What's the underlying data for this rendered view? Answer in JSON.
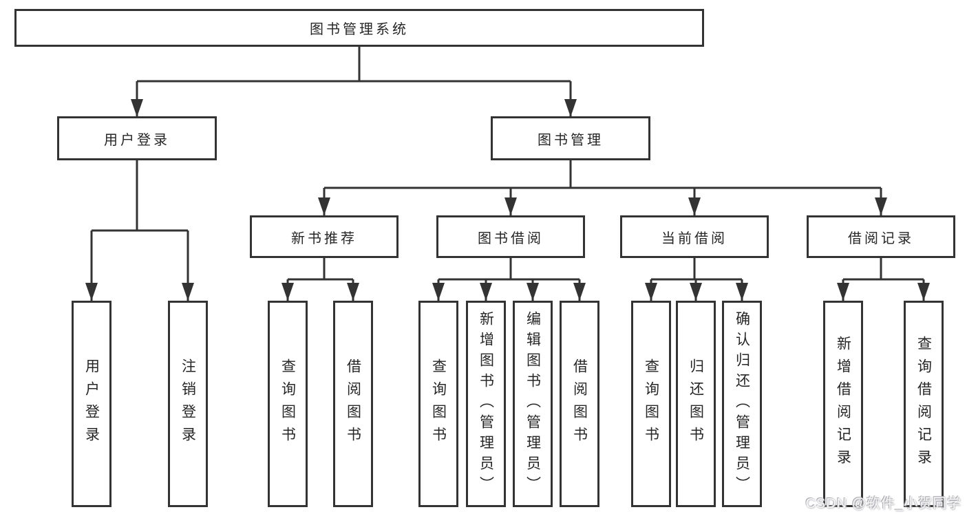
{
  "diagram": {
    "root": {
      "label": "图书管理系统"
    },
    "level2": [
      {
        "id": "user-login",
        "label": "用户登录"
      },
      {
        "id": "book-management",
        "label": "图书管理"
      }
    ],
    "level3": [
      {
        "id": "new-book-recommend",
        "label": "新书推荐",
        "parent": "book-management"
      },
      {
        "id": "book-borrow",
        "label": "图书借阅",
        "parent": "book-management"
      },
      {
        "id": "current-borrow",
        "label": "当前借阅",
        "parent": "book-management"
      },
      {
        "id": "borrow-record",
        "label": "借阅记录",
        "parent": "book-management"
      }
    ],
    "leaves": [
      {
        "label": "用户登录",
        "parent": "user-login"
      },
      {
        "label": "注销登录",
        "parent": "user-login"
      },
      {
        "label": "查询图书",
        "parent": "new-book-recommend"
      },
      {
        "label": "借阅图书",
        "parent": "new-book-recommend"
      },
      {
        "label": "查询图书",
        "parent": "book-borrow"
      },
      {
        "label": "新增图书（管理员）",
        "parent": "book-borrow"
      },
      {
        "label": "编辑图书（管理员）",
        "parent": "book-borrow"
      },
      {
        "label": "借阅图书",
        "parent": "book-borrow"
      },
      {
        "label": "查询图书",
        "parent": "current-borrow"
      },
      {
        "label": "归还图书",
        "parent": "current-borrow"
      },
      {
        "label": "确认归还（管理员）",
        "parent": "current-borrow"
      },
      {
        "label": "新增借阅记录",
        "parent": "borrow-record"
      },
      {
        "label": "查询借阅记录",
        "parent": "borrow-record"
      }
    ],
    "line_color": "#333333",
    "box_background": "#ffffff",
    "text_color": "#262626"
  },
  "watermark": {
    "text": "CSDN @软件_小贺同学"
  }
}
